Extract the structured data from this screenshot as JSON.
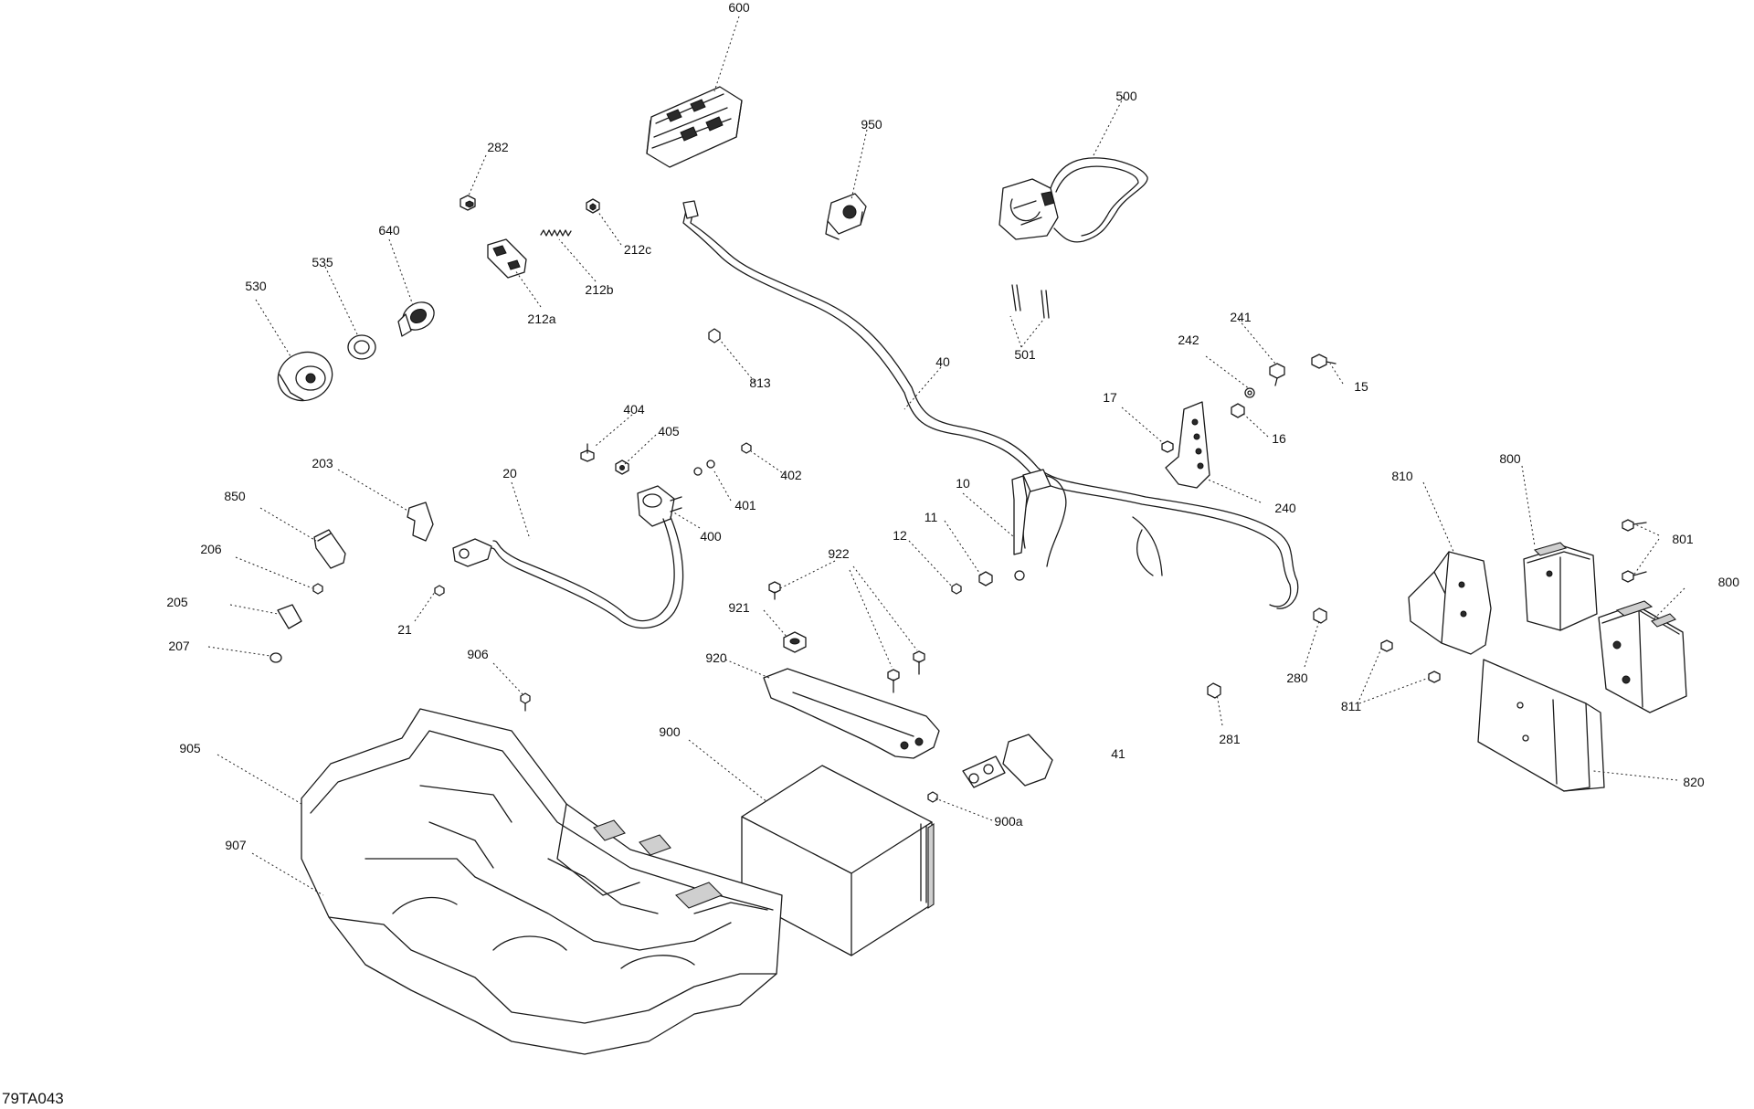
{
  "drawing_id": "79TA043",
  "callouts": {
    "c600": "600",
    "c500": "500",
    "c950": "950",
    "c282": "282",
    "c212c": "212c",
    "c212b": "212b",
    "c212a": "212a",
    "c640": "640",
    "c535": "535",
    "c530": "530",
    "c40": "40",
    "c501": "501",
    "c813": "813",
    "c241": "241",
    "c242": "242",
    "c15": "15",
    "c16": "16",
    "c17": "17",
    "c404": "404",
    "c405": "405",
    "c402": "402",
    "c401": "401",
    "c400": "400",
    "c203": "203",
    "c20": "20",
    "c850": "850",
    "c206": "206",
    "c205": "205",
    "c207": "207",
    "c21": "21",
    "c10": "10",
    "c11": "11",
    "c12": "12",
    "c240": "240",
    "c810": "810",
    "c800a": "800",
    "c801": "801",
    "c800b": "800",
    "c922": "922",
    "c921": "921",
    "c920": "920",
    "c906": "906",
    "c280": "280",
    "c281": "281",
    "c811": "811",
    "c820": "820",
    "c41": "41",
    "c900": "900",
    "c900a": "900a",
    "c905": "905",
    "c907": "907"
  }
}
